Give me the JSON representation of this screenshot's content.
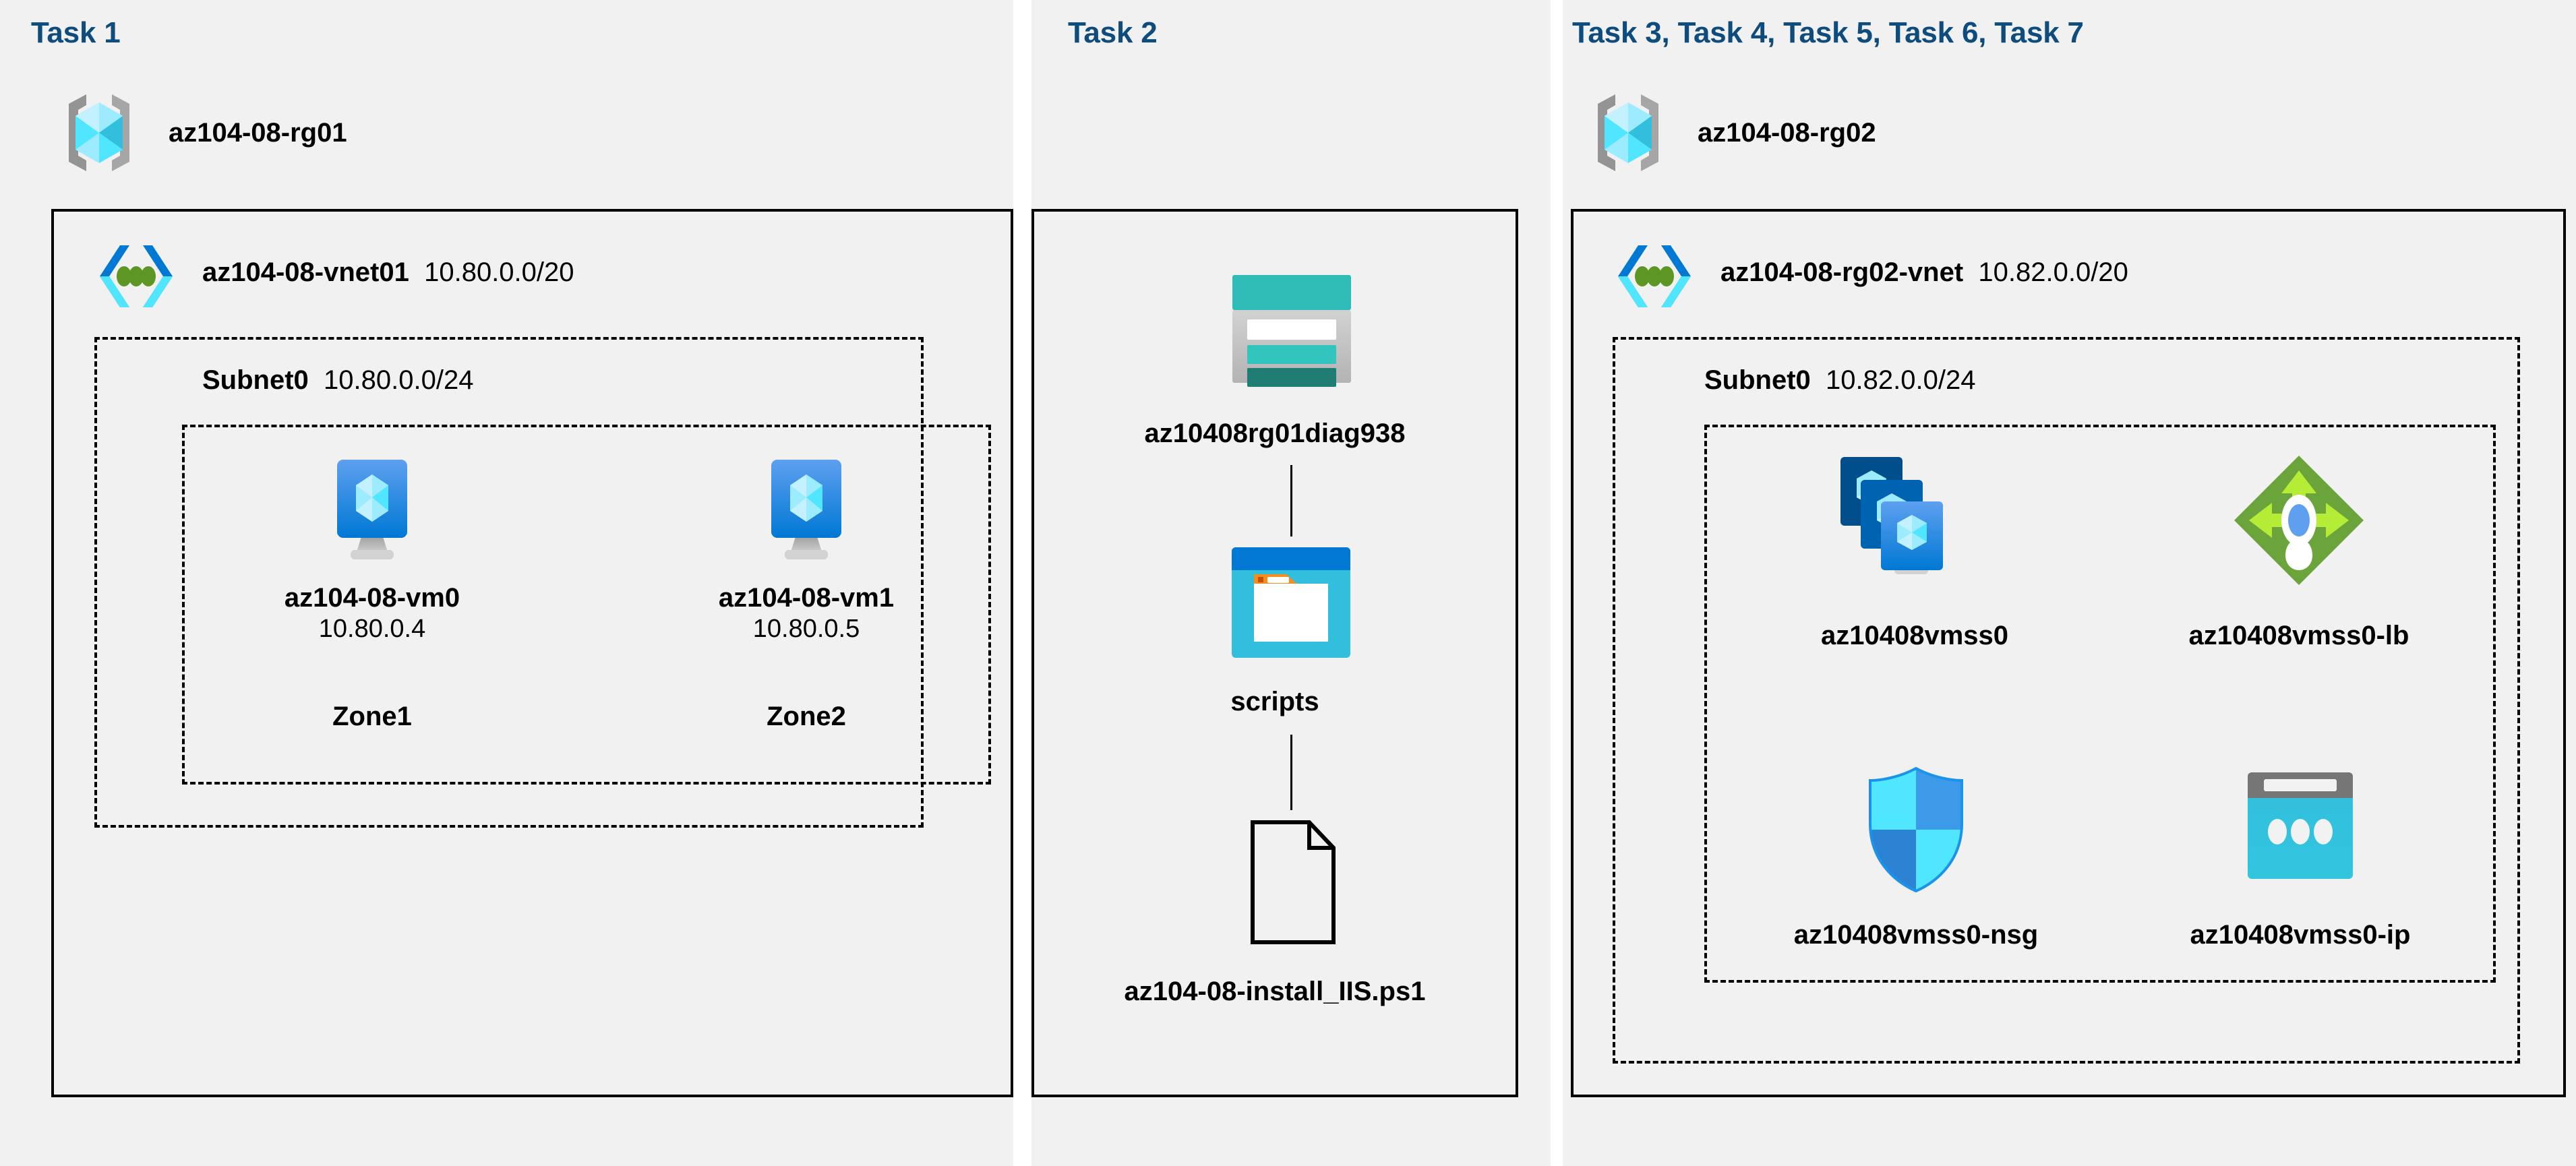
{
  "panels": [
    {
      "id": "task1",
      "title": "Task 1"
    },
    {
      "id": "task2",
      "title": "Task 2"
    },
    {
      "id": "task3",
      "title": "Task 3, Task 4, Task 5, Task 6, Task 7"
    }
  ],
  "colors": {
    "task_title": "#0D4C7C",
    "panel_bg": "#f1f1f1",
    "page_bg": "#ffffff",
    "border": "#000000",
    "azure_blue": "#0078D4",
    "cyan": "#32BEDD",
    "teal": "#2FBCB6",
    "teal_dark": "#1F7D73",
    "green_lb": "#6BA43A",
    "green_lb_light": "#B4EC36",
    "orange": "#F78D1E",
    "gray": "#949494"
  },
  "task1": {
    "resource_group": {
      "name": "az104-08-rg01",
      "icon": "resource-group-icon"
    },
    "vnet": {
      "name": "az104-08-vnet01",
      "cidr": "10.80.0.0/20",
      "icon": "virtual-network-icon"
    },
    "subnet": {
      "name": "Subnet0",
      "cidr": "10.80.0.0/24"
    },
    "vms": [
      {
        "name": "az104-08-vm0",
        "ip": "10.80.0.4",
        "zone": "Zone1",
        "icon": "virtual-machine-icon"
      },
      {
        "name": "az104-08-vm1",
        "ip": "10.80.0.5",
        "zone": "Zone2",
        "icon": "virtual-machine-icon"
      }
    ]
  },
  "task2": {
    "storage_account": {
      "name": "az10408rg01diag938",
      "icon": "storage-account-icon"
    },
    "container": {
      "name": "scripts",
      "icon": "blob-container-icon"
    },
    "file": {
      "name": "az104-08-install_IIS.ps1",
      "icon": "file-icon"
    }
  },
  "task3": {
    "resource_group": {
      "name": "az104-08-rg02",
      "icon": "resource-group-icon"
    },
    "vnet": {
      "name": "az104-08-rg02-vnet",
      "cidr": "10.82.0.0/20",
      "icon": "virtual-network-icon"
    },
    "subnet": {
      "name": "Subnet0",
      "cidr": "10.82.0.0/24"
    },
    "resources": [
      {
        "name": "az10408vmss0",
        "icon": "vm-scale-set-icon"
      },
      {
        "name": "az10408vmss0-lb",
        "icon": "load-balancer-icon"
      },
      {
        "name": "az10408vmss0-nsg",
        "icon": "network-security-group-icon"
      },
      {
        "name": "az10408vmss0-ip",
        "icon": "public-ip-address-icon"
      }
    ]
  }
}
